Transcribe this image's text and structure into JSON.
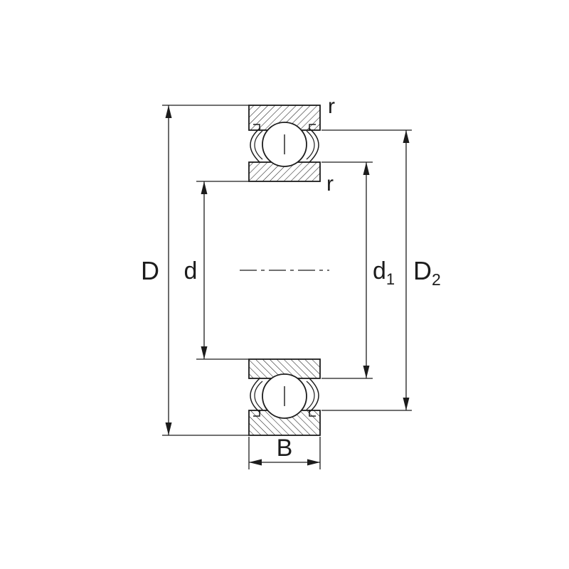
{
  "diagram": {
    "subject": "deep-groove-ball-bearing-cross-section-dimension-drawing",
    "labels": {
      "outer_diameter": "D",
      "bore_diameter": "d",
      "recess_diameter_main": "d",
      "recess_diameter_sub": "1",
      "shoulder_diameter_main": "D",
      "shoulder_diameter_sub": "2",
      "width": "B",
      "fillet_radius_outer": "r",
      "fillet_radius_inner": "r"
    },
    "colors": {
      "line": "#1c1c1c",
      "background": "#ffffff"
    }
  }
}
